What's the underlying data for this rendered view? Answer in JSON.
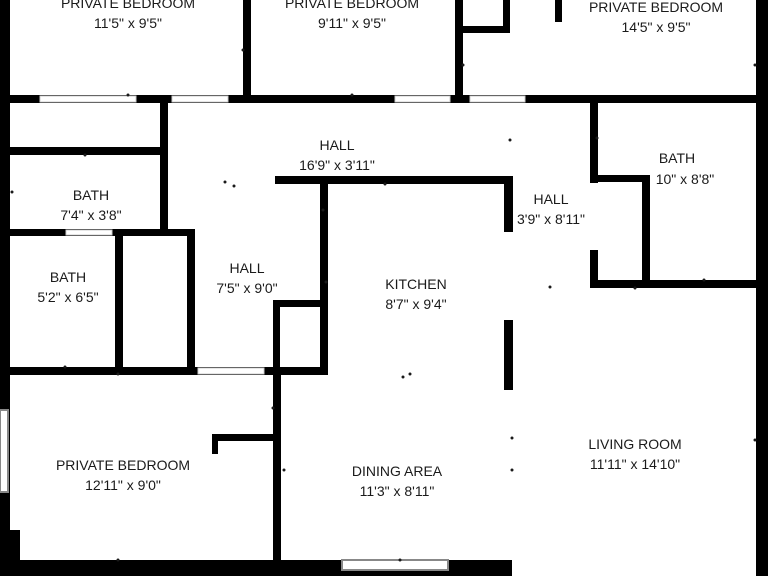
{
  "rooms": {
    "bedroom_top_left": {
      "name": "PRIVATE BEDROOM",
      "dims": "11'5\" x 9'5\""
    },
    "bedroom_top_center": {
      "name": "PRIVATE BEDROOM",
      "dims": "9'11\" x 9'5\""
    },
    "bedroom_top_right": {
      "name": "PRIVATE BEDROOM",
      "dims": "14'5\" x 9'5\""
    },
    "hall_main": {
      "name": "HALL",
      "dims": "16'9\" x 3'11\""
    },
    "bath_upper_left": {
      "name": "BATH",
      "dims": "7'4\" x 3'8\""
    },
    "bath_lower_left": {
      "name": "BATH",
      "dims": "5'2\" x 6'5\""
    },
    "hall_left": {
      "name": "HALL",
      "dims": "7'5\" x 9'0\""
    },
    "kitchen": {
      "name": "KITCHEN",
      "dims": "8'7\" x 9'4\""
    },
    "hall_right": {
      "name": "HALL",
      "dims": "3'9\" x 8'11\""
    },
    "bath_right": {
      "name": "BATH",
      "dims": "10\" x 8'8\""
    },
    "bedroom_bottom_left": {
      "name": "PRIVATE BEDROOM",
      "dims": "12'11\" x 9'0\""
    },
    "dining_area": {
      "name": "DINING AREA",
      "dims": "11'3\" x 8'11\""
    },
    "living_room": {
      "name": "LIVING ROOM",
      "dims": "11'11\" x 14'10\""
    }
  },
  "colors": {
    "wall": "#000000",
    "door_gap": "#ffffff",
    "window": "#c8c8c8",
    "text": "#1a1a1a"
  }
}
